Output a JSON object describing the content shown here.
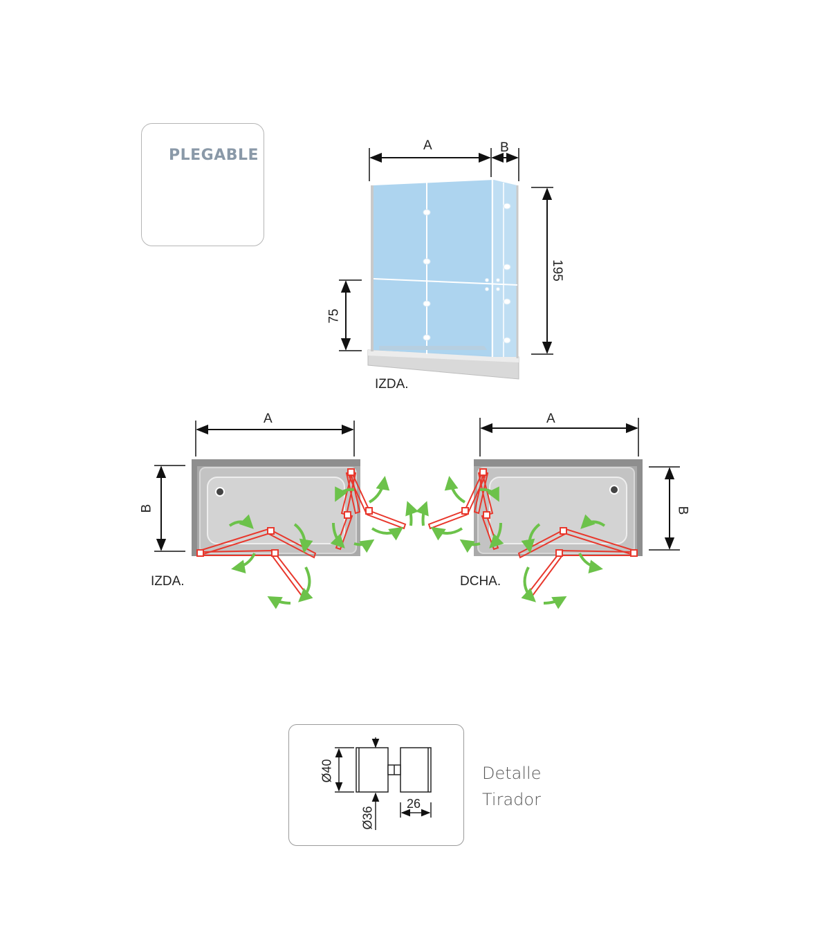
{
  "badge": {
    "label": "PLEGABLE"
  },
  "elevation": {
    "dim_a": "A",
    "dim_b": "B",
    "height_total": "195",
    "height_lower": "75",
    "side_label": "IZDA."
  },
  "plan_left": {
    "dim_a": "A",
    "dim_b": "B",
    "side_label": "IZDA."
  },
  "plan_right": {
    "dim_a": "A",
    "dim_b": "B",
    "side_label": "DCHA."
  },
  "handle_detail": {
    "dim_outer": "Ø40",
    "dim_inner": "Ø36",
    "dim_depth": "26",
    "caption_line1": "Detalle",
    "caption_line2": "Tirador"
  },
  "colors": {
    "glass": "#a9d2ee",
    "profile": "#c8c8c8",
    "tray": "#c4c4c4",
    "door_red": "#e8372c",
    "arrow_green": "#6cc24a",
    "badge_blue": "#7fcdf0"
  }
}
